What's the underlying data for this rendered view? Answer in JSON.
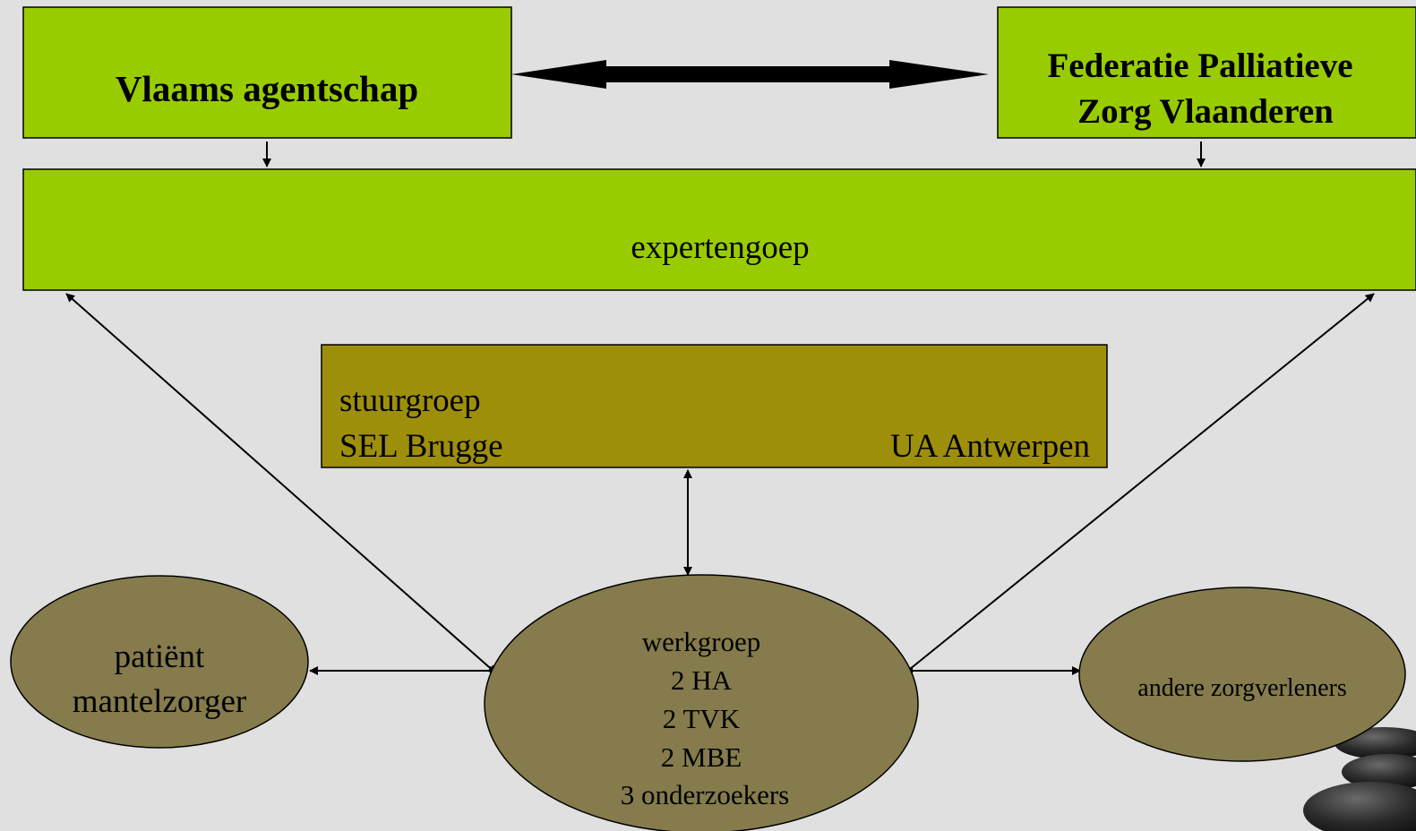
{
  "nodes": {
    "vlaams_agentschap": {
      "label": "Vlaams agentschap"
    },
    "federatie": {
      "label_line1": "Federatie Palliatieve",
      "label_line2": "Zorg Vlaanderen"
    },
    "expertengroep": {
      "label": "expertengoep"
    },
    "stuurgroep": {
      "title": "stuurgroep",
      "left": "SEL Brugge",
      "right": "UA Antwerpen"
    },
    "patient": {
      "line1": "patiënt",
      "line2": "mantelzorger"
    },
    "werkgroep": {
      "lines": [
        "werkgroep",
        "2 HA",
        "2 TVK",
        "2 MBE",
        "3 onderzoekers"
      ]
    },
    "andere": {
      "label": "andere zorgverleners"
    }
  },
  "colors": {
    "background": "#e0e0e0",
    "green_box": "#99cc00",
    "olive_box": "#9e8f0b",
    "ellipse": "#857b4c",
    "line": "#000000"
  }
}
